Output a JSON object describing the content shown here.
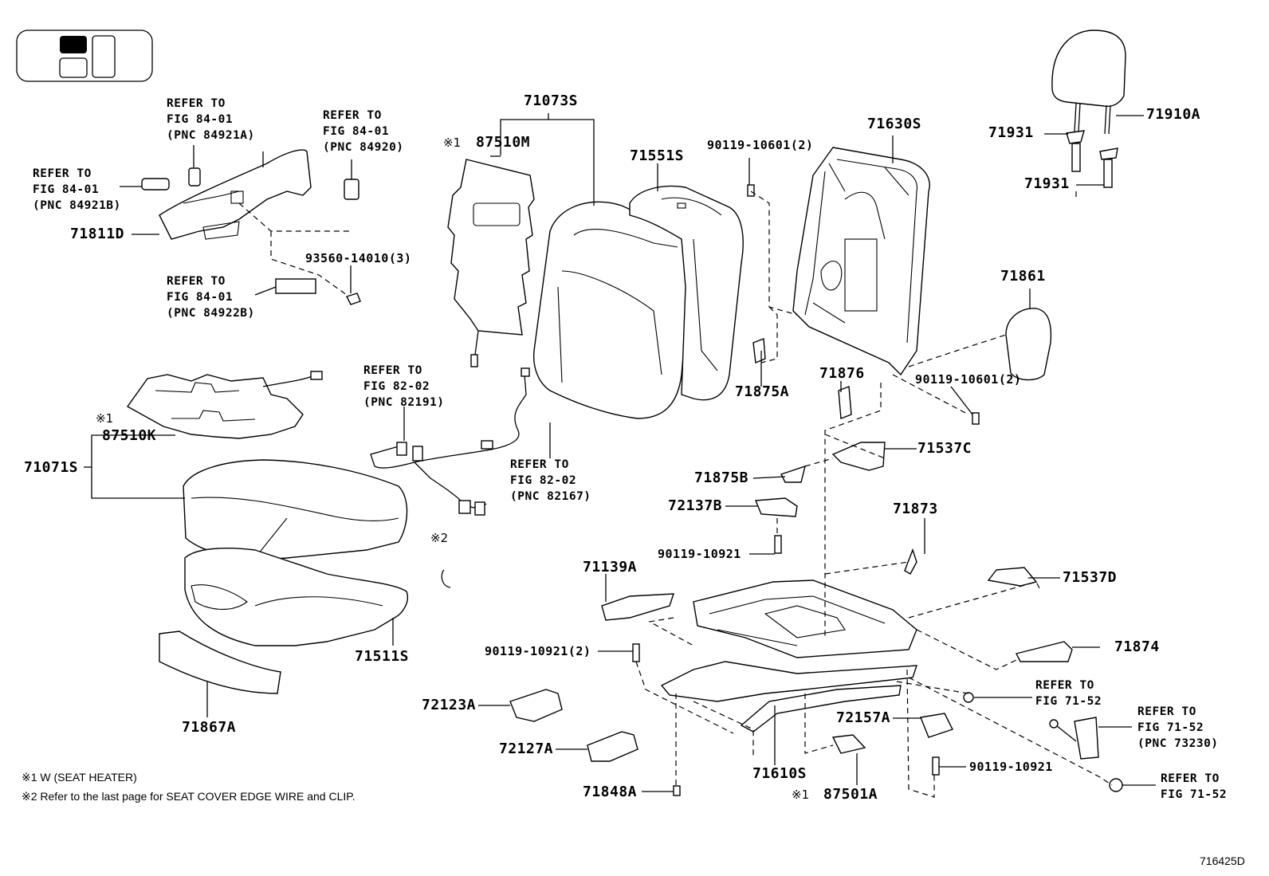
{
  "diagram_id": "716425D",
  "part_labels": {
    "p71073S": "71073S",
    "p87510M": "87510M",
    "p71551S": "71551S",
    "p71630S": "71630S",
    "p71910A": "71910A",
    "p71931a": "71931",
    "p71931b": "71931",
    "p71861": "71861",
    "p71811D": "71811D",
    "p90119_10601_top": "90119-10601(2)",
    "p90119_10601_right": "90119-10601(2)",
    "p93560": "93560-14010(3)",
    "p71875A": "71875A",
    "p71876": "71876",
    "p71537C": "71537C",
    "p71875B": "71875B",
    "p72137B": "72137B",
    "p71873": "71873",
    "p90119_10921_a": "90119-10921",
    "p71537D": "71537D",
    "p71139A": "71139A",
    "p71874": "71874",
    "p90119_10921_2": "90119-10921(2)",
    "p72123A": "72123A",
    "p72127A": "72127A",
    "p71848A": "71848A",
    "p71610S": "71610S",
    "p87501A": "87501A",
    "p72157A": "72157A",
    "p90119_10921_b": "90119-10921",
    "p87510K": "87510K",
    "p71071S": "71071S",
    "p71511S": "71511S",
    "p71867A": "71867A"
  },
  "refs": {
    "r1": "REFER TO\nFIG 84-01\n(PNC 84921A)",
    "r2": "REFER TO\nFIG 84-01\n(PNC 84920)",
    "r3": "REFER TO\nFIG 84-01\n(PNC 84921B)",
    "r4": "REFER TO\nFIG 84-01\n(PNC 84922B)",
    "r5": "REFER TO\nFIG 82-02\n(PNC 82191)",
    "r6": "REFER TO\nFIG 82-02\n(PNC 82167)",
    "r7": "REFER TO\nFIG 71-52",
    "r8": "REFER TO\nFIG 71-52\n(PNC 73230)",
    "r9": "REFER TO\nFIG 71-52"
  },
  "marks": {
    "m1_87510M": "※1",
    "m1_87510K": "※1",
    "m2": "※2",
    "m1_87501A": "※1"
  },
  "notes": {
    "n1": "※1 W (SEAT HEATER)",
    "n2": "※2 Refer to the last page for SEAT COVER EDGE WIRE and CLIP."
  }
}
